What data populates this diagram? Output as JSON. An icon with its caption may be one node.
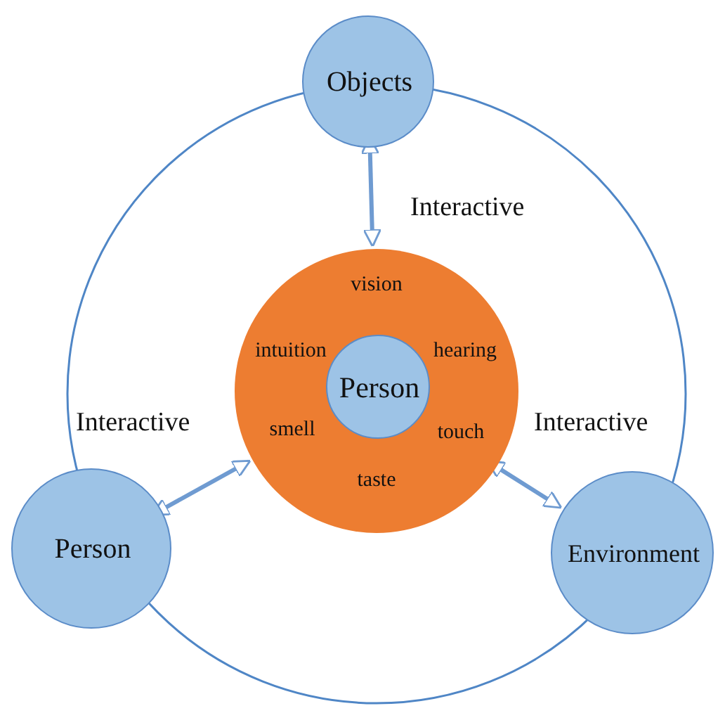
{
  "diagram": {
    "nodes": [
      {
        "text": [
          "Objects"
        ]
      },
      {
        "text": [
          "vision",
          "intuition",
          "hearing",
          "smell",
          "touch",
          "taste"
        ]
      },
      {
        "text": [
          "Person"
        ],
        "in": 1
      },
      {
        "text": [
          "Person"
        ]
      },
      {
        "text": [
          "Environment"
        ]
      }
    ],
    "edges": [
      {
        "from": 0,
        "to": 1,
        "arrow": "both"
      },
      {
        "from": 3,
        "to": 1,
        "arrow": "both"
      },
      {
        "from": 1,
        "to": 4,
        "arrow": "both"
      }
    ],
    "labels": [
      "Interactive",
      "Interactive",
      "Interactive"
    ]
  }
}
